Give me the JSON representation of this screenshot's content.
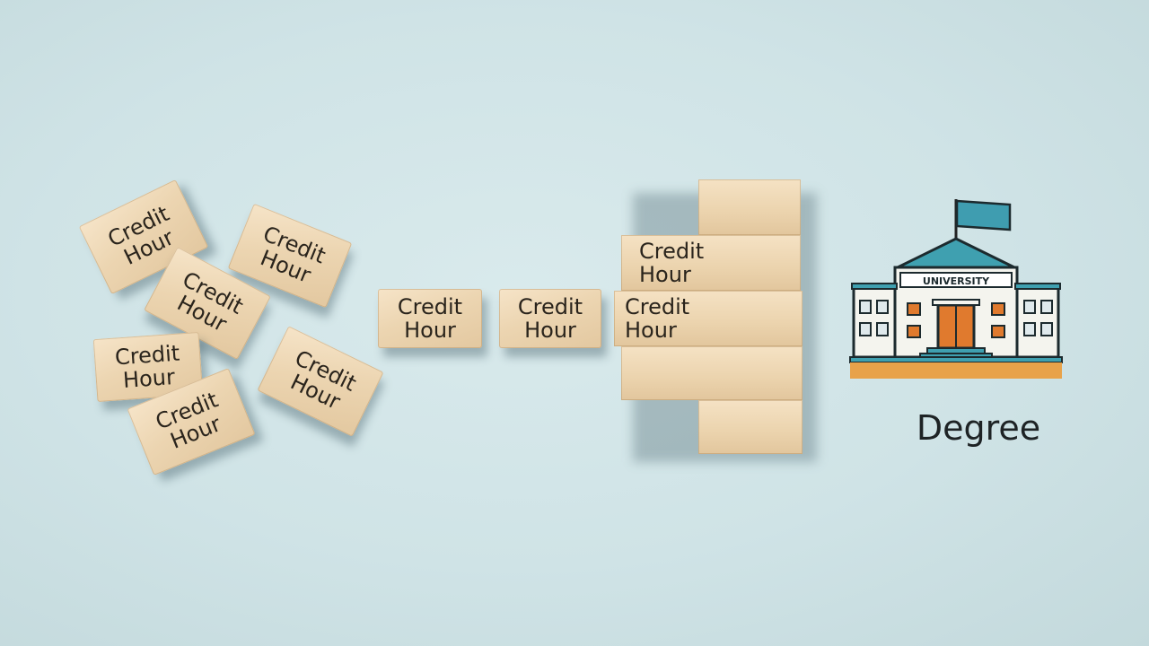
{
  "scattered_blocks": [
    {
      "line1": "Credit",
      "line2": "Hour"
    },
    {
      "line1": "Credit",
      "line2": "Hour"
    },
    {
      "line1": "Credit",
      "line2": "Hour"
    },
    {
      "line1": "Credit",
      "line2": "Hour"
    },
    {
      "line1": "Credit",
      "line2": "Hour"
    },
    {
      "line1": "Credit",
      "line2": "Hour"
    }
  ],
  "row_blocks": [
    {
      "line1": "Credit",
      "line2": "Hour"
    },
    {
      "line1": "Credit",
      "line2": "Hour"
    }
  ],
  "stack_blocks": [
    {
      "line1": "Credit",
      "line2": "Hour"
    },
    {
      "line1": "Credit",
      "line2": "Hour"
    }
  ],
  "university": {
    "sign": "UNIVERSITY",
    "label": "Degree"
  },
  "colors": {
    "background": "#d3e6e9",
    "wood": "#ecd5b1",
    "roof": "#3fa0b0",
    "door": "#e07a2e",
    "base": "#e8a24a"
  },
  "icons": {
    "flag": "flag-icon",
    "building": "university-building-icon"
  }
}
